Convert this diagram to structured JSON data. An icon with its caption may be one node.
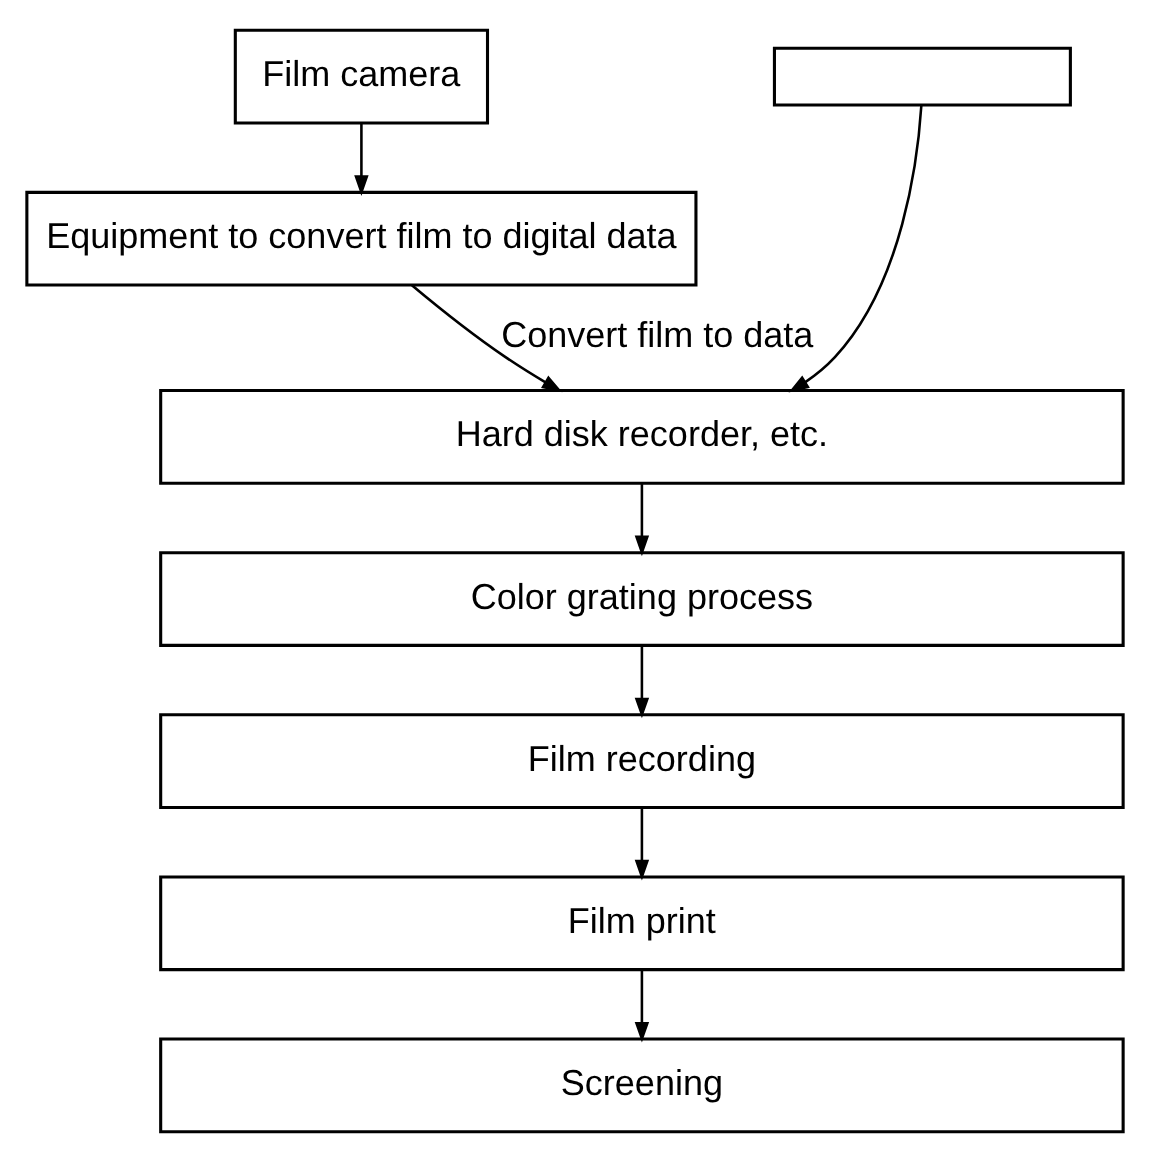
{
  "diagram": {
    "nodes": [
      {
        "text": [
          "Film camera"
        ]
      },
      {
        "text": [],
        "shape": "box"
      },
      {
        "text": [
          "Equipment to convert film to digital data"
        ]
      },
      {
        "text": [
          "Hard disk recorder, etc."
        ]
      },
      {
        "text": [
          "Color grating process"
        ]
      },
      {
        "text": [
          "Film recording"
        ]
      },
      {
        "text": [
          "Film print"
        ]
      },
      {
        "text": [
          "Screening"
        ]
      }
    ],
    "edges": [
      {
        "from": 0,
        "to": 2,
        "arrow": "to"
      },
      {
        "from": 2,
        "to": 3,
        "arrow": "to",
        "label": "Convert film to data"
      },
      {
        "from": 1,
        "to": 3,
        "arrow": "to"
      },
      {
        "from": 3,
        "to": 4,
        "arrow": "to"
      },
      {
        "from": 4,
        "to": 5,
        "arrow": "to"
      },
      {
        "from": 5,
        "to": 6,
        "arrow": "to"
      },
      {
        "from": 6,
        "to": 7,
        "arrow": "to"
      }
    ]
  }
}
